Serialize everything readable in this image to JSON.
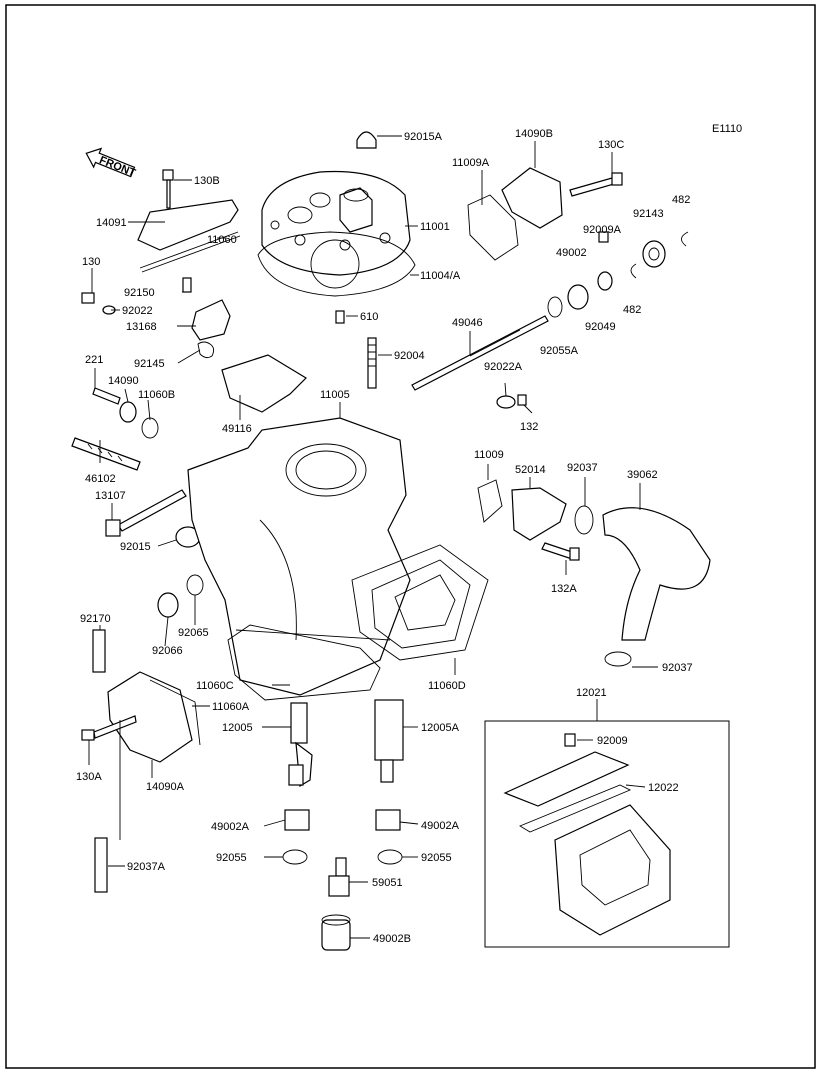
{
  "diagram": {
    "code": "E1110",
    "front_label": "FRONT",
    "labels": [
      {
        "id": "p92015A",
        "text": "92015A"
      },
      {
        "id": "p14090B",
        "text": "14090B"
      },
      {
        "id": "p130C",
        "text": "130C"
      },
      {
        "id": "p11009A",
        "text": "11009A"
      },
      {
        "id": "p130B",
        "text": "130B"
      },
      {
        "id": "p14091",
        "text": "14091"
      },
      {
        "id": "p11001",
        "text": "11001"
      },
      {
        "id": "p482a",
        "text": "482"
      },
      {
        "id": "p92143",
        "text": "92143"
      },
      {
        "id": "p92009A",
        "text": "92009A"
      },
      {
        "id": "p49002",
        "text": "49002"
      },
      {
        "id": "p11060",
        "text": "11060"
      },
      {
        "id": "p11004",
        "text": "11004/A"
      },
      {
        "id": "p130",
        "text": "130"
      },
      {
        "id": "p92150",
        "text": "92150"
      },
      {
        "id": "p92022",
        "text": "92022"
      },
      {
        "id": "p13168",
        "text": "13168"
      },
      {
        "id": "p610",
        "text": "610"
      },
      {
        "id": "p482b",
        "text": "482"
      },
      {
        "id": "p92049",
        "text": "92049"
      },
      {
        "id": "p49046",
        "text": "49046"
      },
      {
        "id": "p92055A",
        "text": "92055A"
      },
      {
        "id": "p92004",
        "text": "92004"
      },
      {
        "id": "p221",
        "text": "221"
      },
      {
        "id": "p92145",
        "text": "92145"
      },
      {
        "id": "p14090",
        "text": "14090"
      },
      {
        "id": "p92022A",
        "text": "92022A"
      },
      {
        "id": "p11060B",
        "text": "11060B"
      },
      {
        "id": "p11005",
        "text": "11005"
      },
      {
        "id": "p132",
        "text": "132"
      },
      {
        "id": "p49116",
        "text": "49116"
      },
      {
        "id": "p11009",
        "text": "11009"
      },
      {
        "id": "p52014",
        "text": "52014"
      },
      {
        "id": "p92037",
        "text": "92037"
      },
      {
        "id": "p39062",
        "text": "39062"
      },
      {
        "id": "p46102",
        "text": "46102"
      },
      {
        "id": "p13107",
        "text": "13107"
      },
      {
        "id": "p92015",
        "text": "92015"
      },
      {
        "id": "p132A",
        "text": "132A"
      },
      {
        "id": "p92170",
        "text": "92170"
      },
      {
        "id": "p92065",
        "text": "92065"
      },
      {
        "id": "p92066",
        "text": "92066"
      },
      {
        "id": "p92037b",
        "text": "92037"
      },
      {
        "id": "p11060C",
        "text": "11060C"
      },
      {
        "id": "p11060D",
        "text": "11060D"
      },
      {
        "id": "p12021",
        "text": "12021"
      },
      {
        "id": "p11060A",
        "text": "11060A"
      },
      {
        "id": "p12005",
        "text": "12005"
      },
      {
        "id": "p12005A",
        "text": "12005A"
      },
      {
        "id": "p92009",
        "text": "92009"
      },
      {
        "id": "p130A",
        "text": "130A"
      },
      {
        "id": "p14090A",
        "text": "14090A"
      },
      {
        "id": "p12022",
        "text": "12022"
      },
      {
        "id": "p49002Aa",
        "text": "49002A"
      },
      {
        "id": "p49002Ab",
        "text": "49002A"
      },
      {
        "id": "p92055a",
        "text": "92055"
      },
      {
        "id": "p92055b",
        "text": "92055"
      },
      {
        "id": "p92037A",
        "text": "92037A"
      },
      {
        "id": "p59051",
        "text": "59051"
      },
      {
        "id": "p49002B",
        "text": "49002B"
      }
    ]
  }
}
